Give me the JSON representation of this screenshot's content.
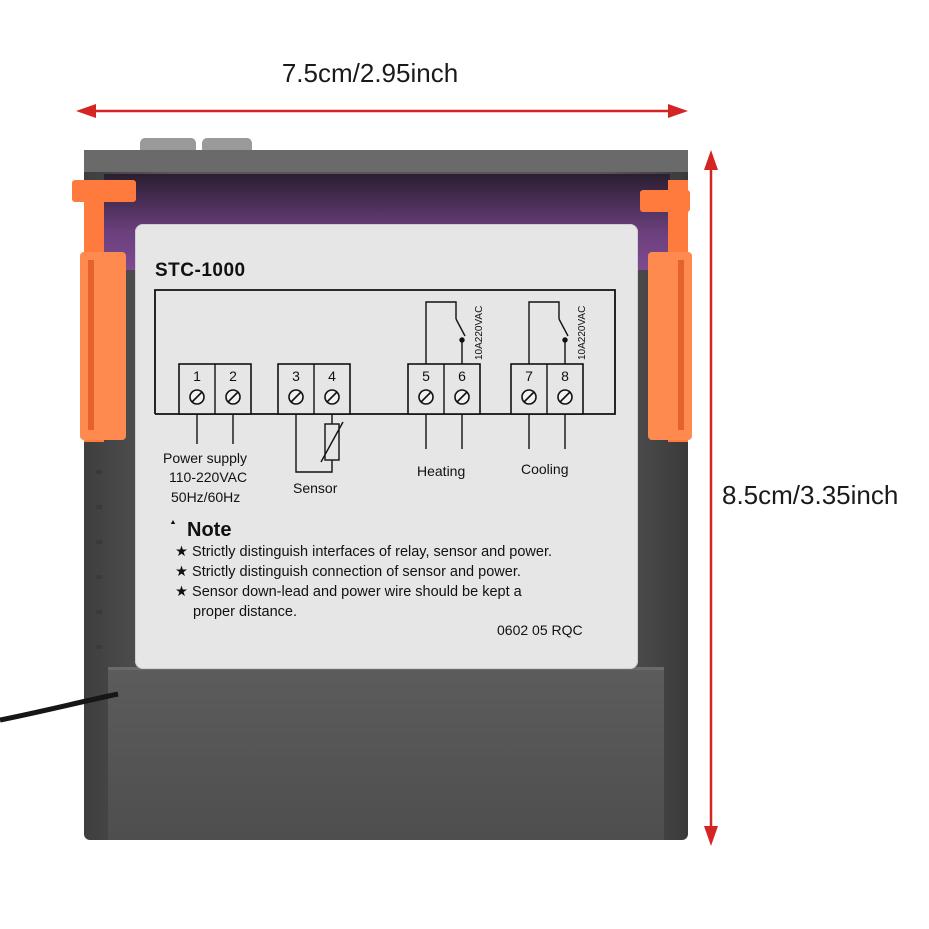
{
  "dimensions": {
    "width_label": "7.5cm/2.95inch",
    "height_label": "8.5cm/3.35inch"
  },
  "colors": {
    "housing": "#555555",
    "label": "#e6e6e6",
    "clip": "#ff7a3d",
    "arrow": "#d42424",
    "display_window": "#5a3a68"
  },
  "label": {
    "model": "STC-1000",
    "terminals": [
      "1",
      "2",
      "3",
      "4",
      "5",
      "6",
      "7",
      "8"
    ],
    "power_lines": [
      "Power  supply",
      "110-220VAC",
      "50Hz/60Hz"
    ],
    "sensor": "Sensor",
    "heating": "Heating",
    "cooling": "Cooling",
    "relay_rating_heating": "10A220VAC",
    "relay_rating_cooling": "10A220VAC",
    "note_title": "Note",
    "notes": [
      "★ Strictly distinguish interfaces of relay, sensor and power.",
      "★ Strictly distinguish connection of sensor and power.",
      "★ Sensor down-lead and power wire should be kept a",
      "proper distance."
    ],
    "code": "0602 05 RQC"
  }
}
